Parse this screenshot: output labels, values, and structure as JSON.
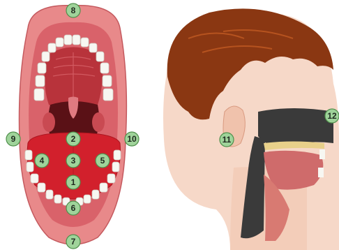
{
  "markers": [
    {
      "label": "1",
      "target": "tongue-center"
    },
    {
      "label": "2",
      "target": "tongue-back"
    },
    {
      "label": "3",
      "target": "tongue-middle"
    },
    {
      "label": "4",
      "target": "tongue-left-side"
    },
    {
      "label": "5",
      "target": "tongue-right-side"
    },
    {
      "label": "6",
      "target": "lower-teeth"
    },
    {
      "label": "7",
      "target": "lower-lip"
    },
    {
      "label": "8",
      "target": "upper-lip"
    },
    {
      "label": "9",
      "target": "left-mouth-corner"
    },
    {
      "label": "10",
      "target": "right-mouth-corner"
    },
    {
      "label": "11",
      "target": "ear"
    },
    {
      "label": "12",
      "target": "nasal-cavity"
    }
  ],
  "colors": {
    "lip": "#e8898a",
    "gum": "#d9626a",
    "palate": "#b8333b",
    "throat": "#5a1116",
    "tongue": "#d2202c",
    "teeth": "#f7f7f2",
    "skin": "#f6d8c8",
    "hair": "#8a3712",
    "nasal": "#3a3a3a",
    "marker_fill": "#9fd39a",
    "marker_stroke": "#4f8f4b"
  }
}
